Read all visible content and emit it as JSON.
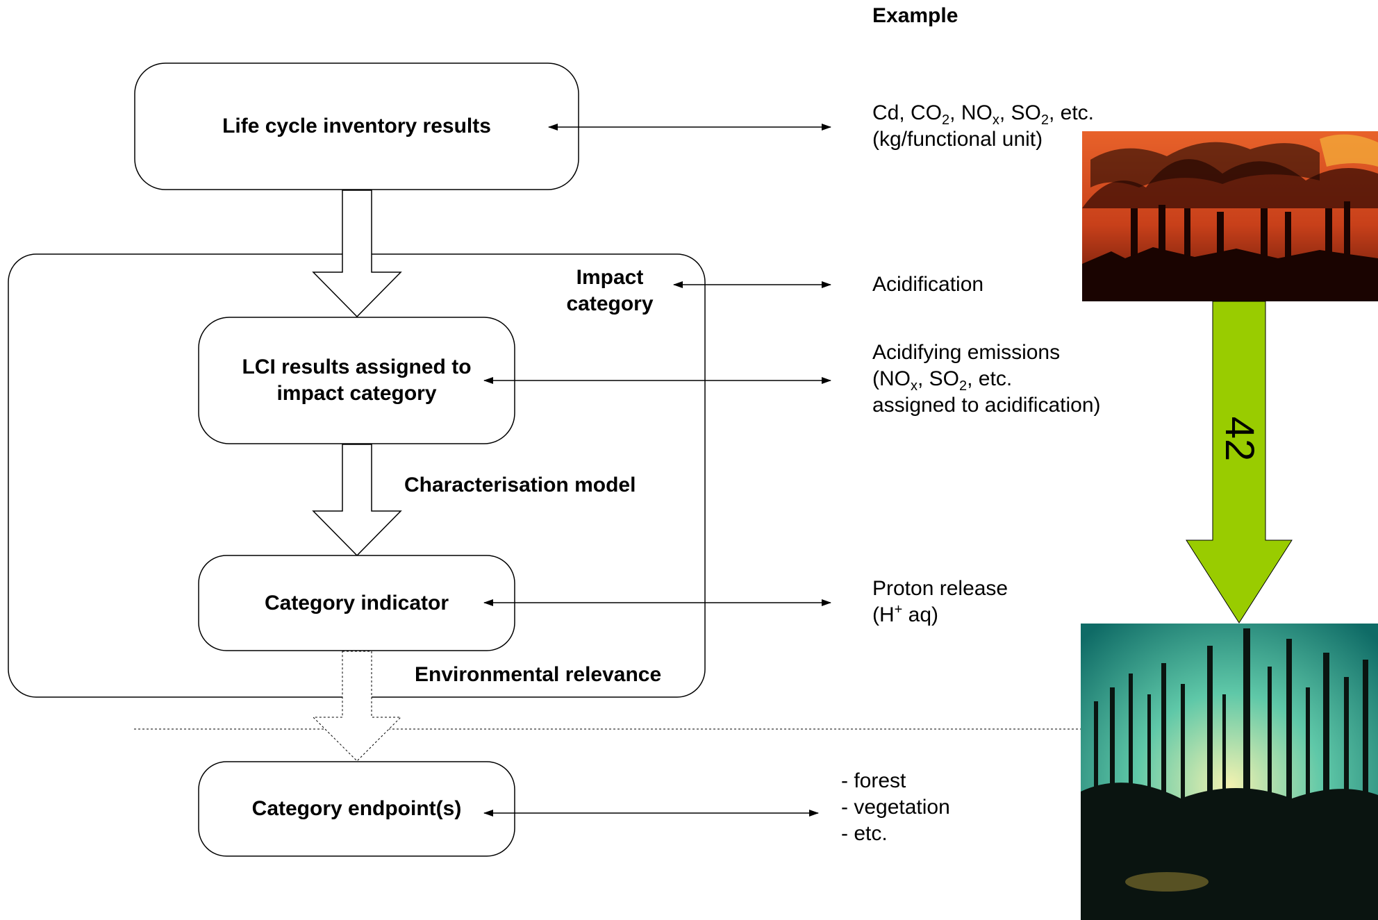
{
  "header": {
    "example_label": "Example"
  },
  "boxes": {
    "lci_results": "Life cycle inventory results",
    "lci_assigned_line1": "LCI results assigned to",
    "lci_assigned_line2": "impact category",
    "category_indicator": "Category indicator",
    "category_endpoints": "Category endpoint(s)"
  },
  "labels": {
    "impact_category_line1": "Impact",
    "impact_category_line2": "category",
    "characterisation_model": "Characterisation model",
    "environmental_relevance": "Environmental relevance"
  },
  "examples": {
    "emissions_list": {
      "cd": "Cd, CO",
      "co2_sub": "2",
      "nox_prefix": ", NO",
      "x_sub": "x",
      "so_prefix": ", SO",
      "so2_sub": "2",
      "suffix": ", etc.",
      "unit": "(kg/functional unit)"
    },
    "acidification": "Acidification",
    "acidifying": {
      "line1": "Acidifying emissions",
      "line2_prefix": "(NO",
      "line2_x_sub": "x",
      "line2_mid": ", SO",
      "line2_2_sub": "2",
      "line2_suffix": ", etc.",
      "line3": "assigned to acidification)"
    },
    "proton": {
      "line1": "Proton release",
      "line2_prefix": "(H",
      "line2_sup": "+",
      "line2_suffix": " aq)"
    },
    "endpoints": {
      "forest": "- forest",
      "vegetation": "- vegetation",
      "etc": "- etc."
    }
  },
  "big_arrow": {
    "label": "42",
    "color": "#99cc00"
  },
  "images": {
    "top_photo": "factory-smokestacks-photo",
    "bottom_photo": "dead-forest-photo"
  },
  "colors": {
    "line": "#000000",
    "arrow_fill": "#99cc00",
    "smoke_orange": "#d9541a",
    "forest_teal": "#2aa89a"
  }
}
